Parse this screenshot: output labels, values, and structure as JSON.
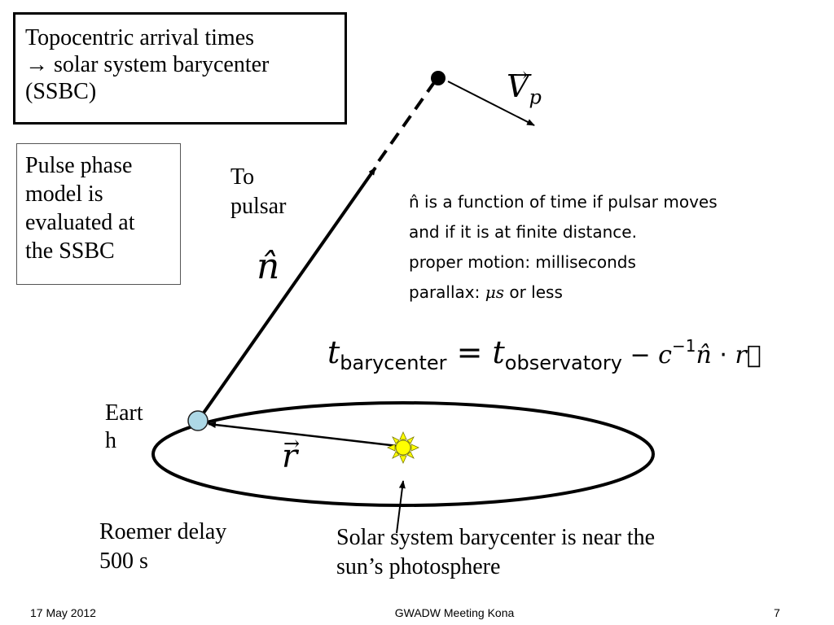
{
  "slide": {
    "box_top_lines": [
      "Topocentric arrival times",
      "→ solar system barycenter",
      "(SSBC)"
    ],
    "box_left_lines": [
      "Pulse phase",
      "model is",
      "evaluated at",
      "the SSBC"
    ],
    "to_pulsar_lines": [
      "To",
      "pulsar"
    ],
    "n_hat_label": "n̂",
    "vp_label": "V",
    "vp_subscript": "p",
    "notes_lines": [
      "n̂ is a function of time if pulsar moves",
      "and if it is at finite distance.",
      "proper motion: milliseconds"
    ],
    "parallax_prefix": "parallax: ",
    "parallax_mu": "μs",
    "parallax_suffix": " or less",
    "equation": {
      "t1": "t",
      "sub1": "barycenter",
      "equals": " = ",
      "t2": "t",
      "sub2": "observatory",
      "minus": " − ",
      "c": "c",
      "exp": "−1",
      "n": "n̂",
      "dot": " · ",
      "r": "r⃗"
    },
    "earth_label_lines": [
      "Eart",
      "h"
    ],
    "r_vec_label": "r",
    "roemer_lines": [
      "Roemer delay",
      "500 s"
    ],
    "ssbc_note_lines": [
      "Solar system barycenter is near the",
      "sun’s photosphere"
    ]
  },
  "footer": {
    "date": "17 May 2012",
    "meeting": "GWADW Meeting Kona",
    "page": "7"
  },
  "colors": {
    "earth_fill": "#add8e6",
    "sun_fill": "#ffff00",
    "ink": "#000000"
  }
}
